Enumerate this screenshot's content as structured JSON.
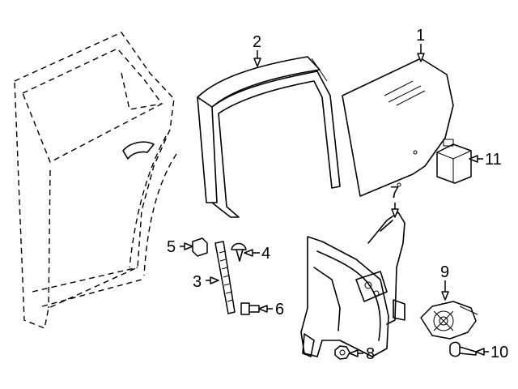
{
  "diagram": {
    "callouts": {
      "p1": "1",
      "p2": "2",
      "p3": "3",
      "p4": "4",
      "p5": "5",
      "p6": "6",
      "p7": "7",
      "p8": "8",
      "p9": "9",
      "p10": "10",
      "p11": "11"
    },
    "colors": {
      "line": "#000000",
      "background": "#ffffff"
    }
  }
}
